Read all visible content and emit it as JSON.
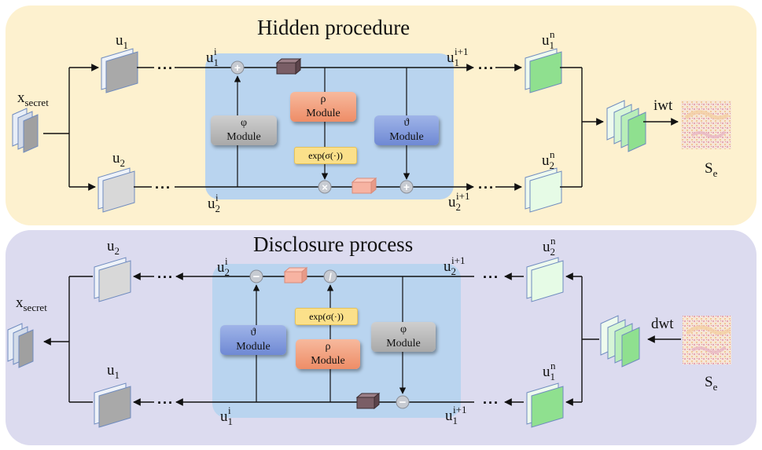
{
  "hidden": {
    "title": "Hidden procedure",
    "x_secret": {
      "base": "x",
      "sub": "secret"
    },
    "u1": {
      "base": "u",
      "sub": "1"
    },
    "u2": {
      "base": "u",
      "sub": "2"
    },
    "u1i": {
      "base": "u",
      "sub": "1",
      "sup": "i"
    },
    "u2i": {
      "base": "u",
      "sub": "2",
      "sup": "i"
    },
    "u1i1": {
      "base": "u",
      "sub": "1",
      "sup": "i+1"
    },
    "u2i1": {
      "base": "u",
      "sub": "2",
      "sup": "i+1"
    },
    "u1n": {
      "base": "u",
      "sub": "1",
      "sup": "n"
    },
    "u2n": {
      "base": "u",
      "sub": "2",
      "sup": "n"
    },
    "phi_module": {
      "symbol": "φ",
      "label": "Module"
    },
    "rho_module": {
      "symbol": "ρ",
      "label": "Module"
    },
    "theta_module": {
      "symbol": "ϑ",
      "label": "Module"
    },
    "exp_label": "exp(σ(·))",
    "transform": "iwt",
    "s_e": {
      "base": "S",
      "sub": "e"
    },
    "ellipsis": "···"
  },
  "disclosure": {
    "title": "Disclosure process",
    "x_secret": {
      "base": "x",
      "sub": "secret"
    },
    "u1": {
      "base": "u",
      "sub": "1"
    },
    "u2": {
      "base": "u",
      "sub": "2"
    },
    "u1i": {
      "base": "u",
      "sub": "1",
      "sup": "i"
    },
    "u2i": {
      "base": "u",
      "sub": "2",
      "sup": "i"
    },
    "u1i1": {
      "base": "u",
      "sub": "1",
      "sup": "i+1"
    },
    "u2i1": {
      "base": "u",
      "sub": "2",
      "sup": "i+1"
    },
    "u1n": {
      "base": "u",
      "sub": "1",
      "sup": "n"
    },
    "u2n": {
      "base": "u",
      "sub": "2",
      "sup": "n"
    },
    "phi_module": {
      "symbol": "φ",
      "label": "Module"
    },
    "rho_module": {
      "symbol": "ρ",
      "label": "Module"
    },
    "theta_module": {
      "symbol": "ϑ",
      "label": "Module"
    },
    "exp_label": "exp(σ(·))",
    "transform": "dwt",
    "s_e": {
      "base": "S",
      "sub": "e"
    },
    "ellipsis": "···"
  },
  "colors": {
    "hidden_panel": "#fdf1cf",
    "disclosure_panel": "#dcdbef",
    "inner_block": "#b9d4ef",
    "green_plane": "#8fe08f",
    "gray_plane": "#b8b8b8",
    "arrow": "#111111"
  }
}
